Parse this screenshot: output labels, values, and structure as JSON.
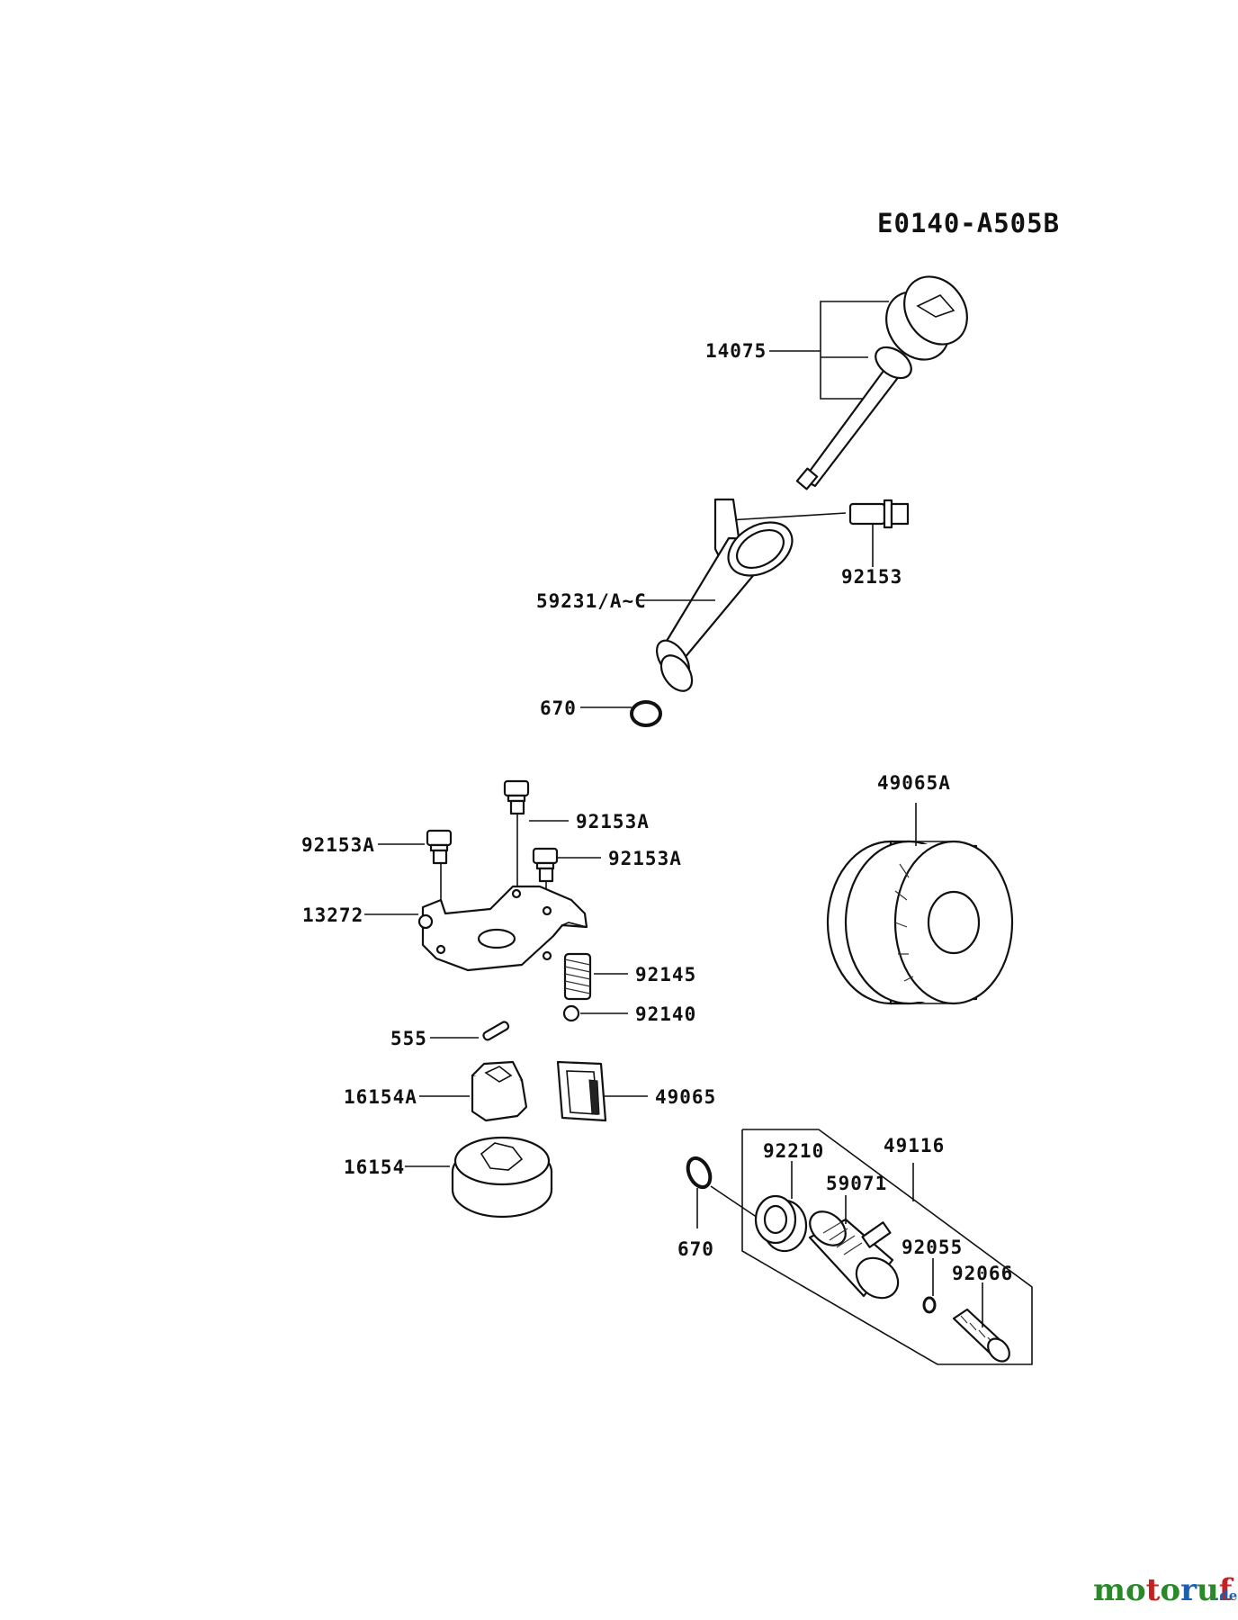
{
  "diagram": {
    "code": "E0140-A505B"
  },
  "parts": {
    "p14075": "14075",
    "p92153": "92153",
    "p59231": "59231/A~C",
    "p670_top": "670",
    "p49065A": "49065A",
    "p92153A_1": "92153A",
    "p92153A_2": "92153A",
    "p92153A_3": "92153A",
    "p13272": "13272",
    "p92145": "92145",
    "p92140": "92140",
    "p555": "555",
    "p16154A": "16154A",
    "p49065": "49065",
    "p16154": "16154",
    "p92210": "92210",
    "p49116": "49116",
    "p59071": "59071",
    "p92055": "92055",
    "p670_bottom": "670",
    "p92066": "92066"
  },
  "watermark": {
    "brand": "motoruf",
    "suffix": ".de",
    "colors": [
      "#2a8a2a",
      "#c82020",
      "#1a5fb0"
    ]
  }
}
